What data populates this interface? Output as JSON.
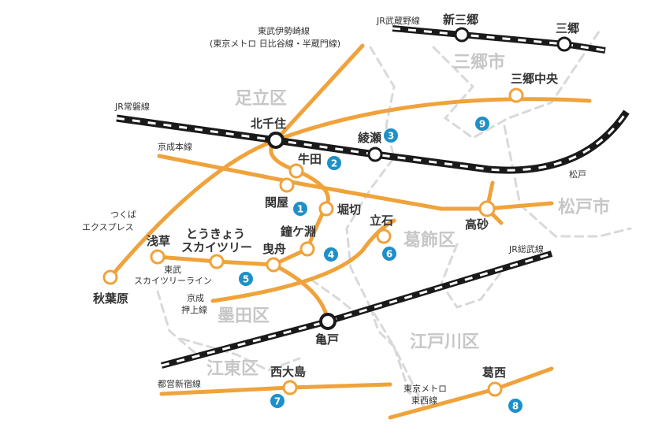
{
  "colors": {
    "orange": "#f0a23b",
    "jr": "#1a1a1a",
    "blue": "#1e90c8",
    "boundary": "#d9d9d9",
    "ward_text": "#c7c7c7"
  },
  "wards": {
    "adachi": "足立区",
    "misato_city": "三郷市",
    "matsudo_city": "松戸市",
    "katsushika": "葛飾区",
    "sumida": "墨田区",
    "edogawa": "江戸川区",
    "koto": "江東区"
  },
  "lines": {
    "tobu_isesaki_1": "東武伊勢崎線",
    "tobu_isesaki_2": "(東京メトロ 日比谷線・半蔵門線)",
    "jr_musashino": "JR武蔵野線",
    "jr_joban": "JR常磐線",
    "keisei_main": "京成本線",
    "tsukuba_1": "つくば",
    "tsukuba_2": "エクスプレス",
    "skytree_line_1": "東武",
    "skytree_line_2": "スカイツリーライン",
    "oshiage_line_1": "京成",
    "oshiage_line_2": "押上線",
    "jr_sobu": "JR総武線",
    "toei_shinjuku": "都営新宿線",
    "metro_tozai_1": "東京メトロ",
    "metro_tozai_2": "東西線",
    "matsudo": "松戸"
  },
  "stations": {
    "shin_misato": "新三郷",
    "misato": "三郷",
    "misato_chuo": "三郷中央",
    "kitasenju": "北千住",
    "ayase": "綾瀬",
    "ushida": "牛田",
    "sekiya": "関屋",
    "horikiri": "堀切",
    "kanegafuchi": "鐘ケ淵",
    "tateishi": "立石",
    "takasago": "高砂",
    "asakusa": "浅草",
    "tokyo_skytree_1": "とうきょう",
    "tokyo_skytree_2": "スカイツリー",
    "hikifune": "曳舟",
    "akihabara": "秋葉原",
    "kameido": "亀戸",
    "nishi_ojima": "西大島",
    "kasai": "葛西"
  },
  "markers": {
    "m1": "1",
    "m2": "2",
    "m3": "3",
    "m4": "4",
    "m5": "5",
    "m6": "6",
    "m7": "7",
    "m8": "8",
    "m9": "9"
  }
}
